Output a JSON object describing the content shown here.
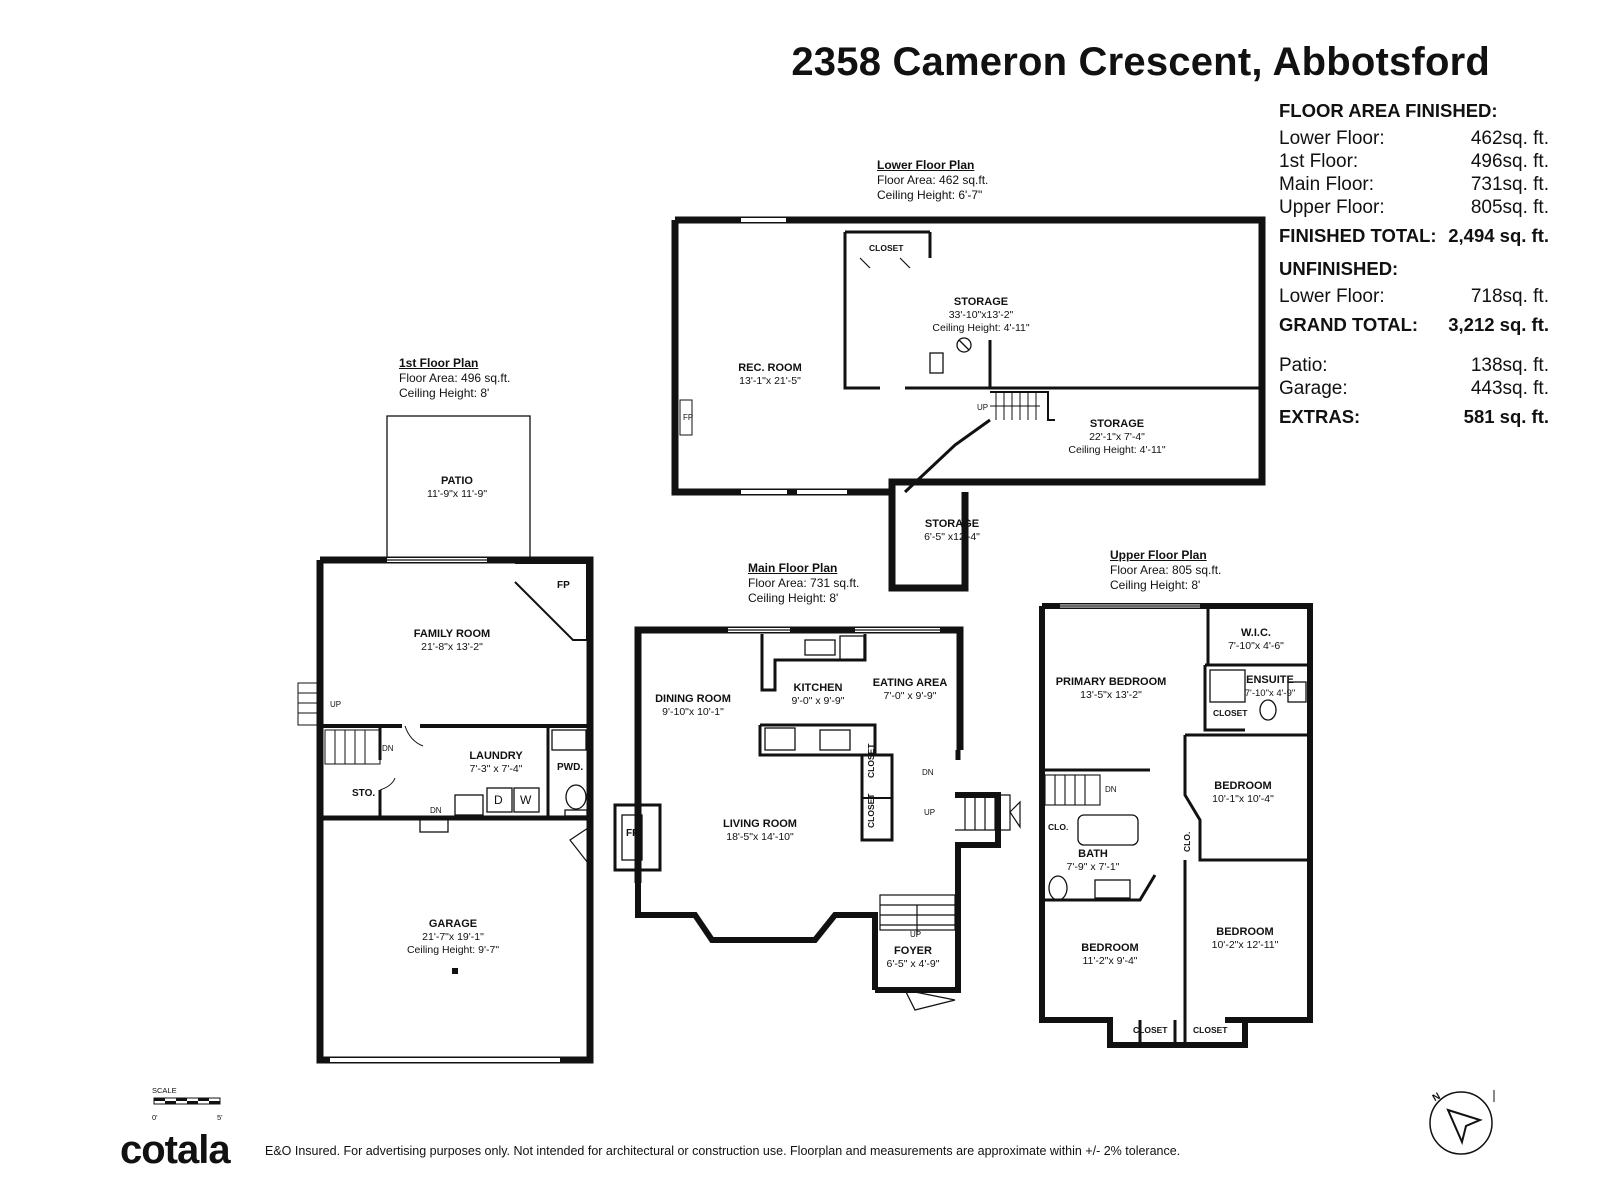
{
  "title": "2358 Cameron Crescent, Abbotsford",
  "summary": {
    "finished_header": "FLOOR AREA FINISHED:",
    "finished_rows": [
      {
        "label": "Lower Floor:",
        "value": "462sq. ft."
      },
      {
        "label": "1st Floor:",
        "value": "496sq. ft."
      },
      {
        "label": "Main Floor:",
        "value": "731sq. ft."
      },
      {
        "label": "Upper Floor:",
        "value": "805sq. ft."
      }
    ],
    "finished_total": {
      "label": "FINISHED TOTAL:",
      "value": "2,494 sq. ft."
    },
    "unfinished_header": "UNFINISHED:",
    "unfinished_rows": [
      {
        "label": "Lower Floor:",
        "value": "718sq. ft."
      }
    ],
    "grand_total": {
      "label": "GRAND TOTAL:",
      "value": "3,212 sq. ft."
    },
    "extras_rows": [
      {
        "label": "Patio:",
        "value": "138sq. ft."
      },
      {
        "label": "Garage:",
        "value": "443sq. ft."
      }
    ],
    "extras_total": {
      "label": "EXTRAS:",
      "value": "581 sq. ft."
    }
  },
  "plans": {
    "lower": {
      "title": "Lower Floor Plan",
      "area": "Floor Area: 462 sq.ft.",
      "ceiling": "Ceiling Height: 6'-7\""
    },
    "first": {
      "title": "1st Floor Plan",
      "area": "Floor Area: 496 sq.ft.",
      "ceiling": "Ceiling Height: 8'"
    },
    "main": {
      "title": "Main Floor Plan",
      "area": "Floor Area: 731 sq.ft.",
      "ceiling": "Ceiling Height: 8'"
    },
    "upper": {
      "title": "Upper Floor Plan",
      "area": "Floor Area: 805 sq.ft.",
      "ceiling": "Ceiling Height: 8'"
    }
  },
  "rooms": {
    "lower": {
      "rec_room": {
        "name": "REC. ROOM",
        "dims": "13'-1\"x 21'-5\""
      },
      "storage1": {
        "name": "STORAGE",
        "dims": "33'-10\"x13'-2\"",
        "ceiling": "Ceiling Height: 4'-11\""
      },
      "storage2": {
        "name": "STORAGE",
        "dims": "22'-1\"x 7'-4\"",
        "ceiling": "Ceiling Height: 4'-11\""
      },
      "storage3": {
        "name": "STORAGE",
        "dims": "6'-5\" x12'-4\""
      },
      "closet": "CLOSET",
      "fp": "FP",
      "up": "UP"
    },
    "first": {
      "patio": {
        "name": "PATIO",
        "dims": "11'-9\"x 11'-9\""
      },
      "family_room": {
        "name": "FAMILY ROOM",
        "dims": "21'-8\"x 13'-2\""
      },
      "laundry": {
        "name": "LAUNDRY",
        "dims": "7'-3\" x 7'-4\""
      },
      "garage": {
        "name": "GARAGE",
        "dims": "21'-7\"x 19'-1\"",
        "ceiling": "Ceiling Height: 9'-7\""
      },
      "fp": "FP",
      "pwd": "PWD.",
      "sto": "STO.",
      "up": "UP",
      "dn": "DN",
      "dn2": "DN",
      "d": "D",
      "w": "W"
    },
    "main": {
      "dining": {
        "name": "DINING ROOM",
        "dims": "9'-10\"x 10'-1\""
      },
      "kitchen": {
        "name": "KITCHEN",
        "dims": "9'-0\" x 9'-9\""
      },
      "eating": {
        "name": "EATING AREA",
        "dims": "7'-0\" x 9'-9\""
      },
      "living": {
        "name": "LIVING ROOM",
        "dims": "18'-5\"x 14'-10\""
      },
      "foyer": {
        "name": "FOYER",
        "dims": "6'-5\" x 4'-9\""
      },
      "closet1": "CLOSET",
      "closet2": "CLOSET",
      "fp": "FP",
      "dn": "DN",
      "up": "UP",
      "up2": "UP"
    },
    "upper": {
      "primary": {
        "name": "PRIMARY BEDROOM",
        "dims": "13'-5\"x 13'-2\""
      },
      "wic": {
        "name": "W.I.C.",
        "dims": "7'-10\"x 4'-6\""
      },
      "ensuite": {
        "name": "ENSUITE",
        "dims": "7'-10\"x 4'-9\""
      },
      "bedroom1": {
        "name": "BEDROOM",
        "dims": "10'-1\"x 10'-4\""
      },
      "bath": {
        "name": "BATH",
        "dims": "7'-9\" x 7'-1\""
      },
      "bedroom2": {
        "name": "BEDROOM",
        "dims": "11'-2\"x 9'-4\""
      },
      "bedroom3": {
        "name": "BEDROOM",
        "dims": "10'-2\"x 12'-11\""
      },
      "closet_a": "CLOSET",
      "closet_b": "CLOSET",
      "closet_c": "CLOSET",
      "clo1": "CLO.",
      "clo2": "CLO.",
      "dn": "DN"
    }
  },
  "scale": {
    "label": "SCALE",
    "min": "0'",
    "max": "5'"
  },
  "logo": "cotala",
  "disclaimer": "E&O Insured. For advertising purposes only. Not intended for architectural or construction use. Floorplan and measurements are approximate within +/- 2% tolerance.",
  "compass": {
    "letter": "N"
  }
}
